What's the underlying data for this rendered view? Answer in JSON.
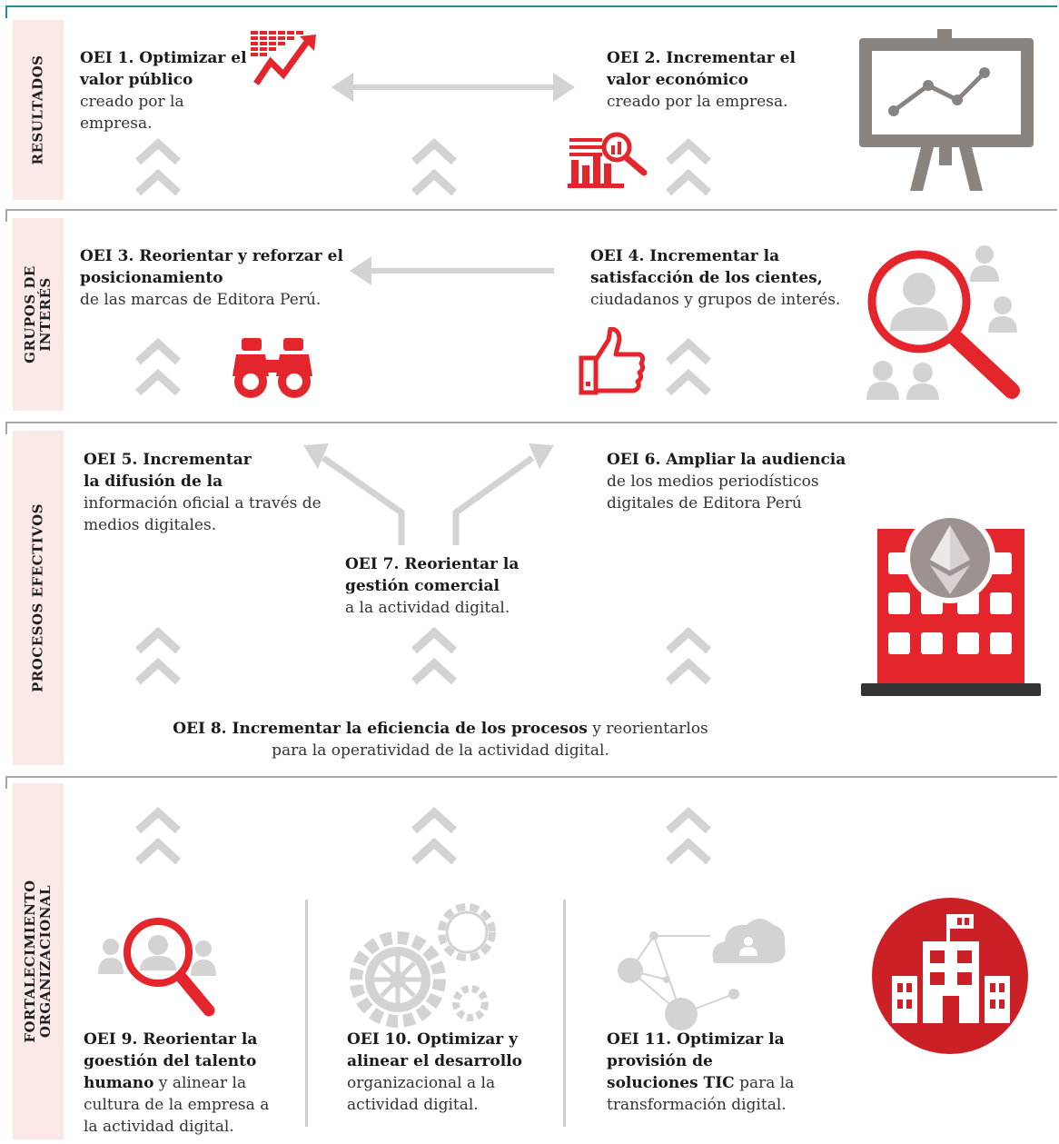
{
  "sections": {
    "resultados": "RESULTADOS",
    "grupos": "GRUPOS DE\nINTERÉS",
    "procesos": "PROCESOS EFECTIVOS",
    "fortalecimiento": "FORTALECIMIENTO\nORGANIZACIONAL"
  },
  "objectives": {
    "oei1": {
      "bold": "OEI 1. Optimizar el valor público",
      "rest": "creado por la empresa."
    },
    "oei2": {
      "bold": "OEI 2. Incrementar el valor económico",
      "rest": "creado por la empresa."
    },
    "oei3": {
      "bold": "OEI 3. Reorientar y reforzar el posicionamiento",
      "rest": "de las marcas de Editora Perú."
    },
    "oei4": {
      "bold": "OEI 4. Incrementar la satisfacción de los cientes,",
      "rest": "ciudadanos y grupos de interés."
    },
    "oei5": {
      "bold": "OEI 5. Incrementar la difusión de la",
      "rest": "información oficial a través de medios digitales."
    },
    "oei6": {
      "bold": "OEI 6. Ampliar la audiencia",
      "rest": "de los medios periodísticos digitales de Editora Perú"
    },
    "oei7": {
      "bold": "OEI 7. Reorientar la gestión comercial",
      "rest": "a la actividad digital."
    },
    "oei8": {
      "bold": "OEI 8. Incrementar la eficiencia de los procesos",
      "rest": " y reorientarlos para la operatividad de la actividad digital."
    },
    "oei9": {
      "bold": "OEI 9. Reorientar la goestión del talento humano",
      "rest": " y alinear la cultura de la empresa a la actividad digital."
    },
    "oei10": {
      "bold": "OEI 10. Optimizar y alinear el desarrollo",
      "rest": "organizacional a la actividad digital."
    },
    "oei11": {
      "bold": "OEI 11. Optimizar la provisión de soluciones TIC",
      "rest": " para la transformación digital."
    }
  },
  "colors": {
    "accent_red": "#e4262c",
    "gray_icon": "#8a8480",
    "light_gray": "#d3d3d3",
    "label_bg": "#fbe9e7",
    "frame_teal": "#2a8a9a",
    "frame_gray": "#a9a9a9"
  },
  "icons": [
    "growth-chart-icon",
    "presentation-board-icon",
    "magnifier-chart-icon",
    "binoculars-icon",
    "thumbs-up-icon",
    "magnifier-people-icon",
    "building-ether-icon",
    "magnifier-person-icon",
    "gears-icon",
    "network-cloud-icon",
    "company-building-icon"
  ]
}
